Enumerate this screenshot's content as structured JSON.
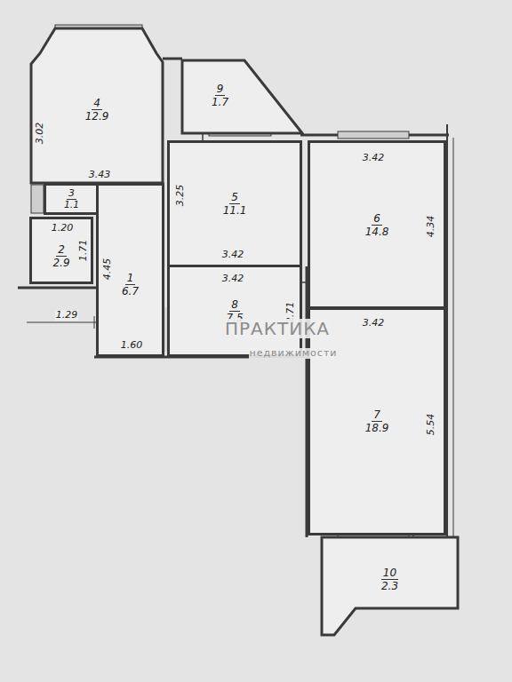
{
  "diagram": {
    "nodes": [
      {
        "text": [
          "4",
          "12.9"
        ]
      },
      {
        "text": [
          "9",
          "1.7"
        ]
      },
      {
        "text": [
          "3",
          "1.1"
        ]
      },
      {
        "text": [
          "5",
          "11.1"
        ]
      },
      {
        "text": [
          "6",
          "14.8"
        ]
      },
      {
        "text": [
          "2",
          "2.9"
        ]
      },
      {
        "text": [
          "1",
          "6.7"
        ]
      },
      {
        "text": [
          "8",
          "7.5"
        ]
      },
      {
        "text": [
          "7",
          "18.9"
        ]
      },
      {
        "text": [
          "10",
          "2.3"
        ]
      }
    ],
    "labels": [
      "3.02",
      "3.43",
      "1.20",
      "1.71",
      "4.45",
      "1.29",
      "1.60",
      "3.25",
      "3.42",
      "3.42",
      "2.71",
      "3.42",
      "4.34",
      "3.42",
      "5.54",
      "ПРАКТИКА",
      "недвижимости"
    ]
  }
}
